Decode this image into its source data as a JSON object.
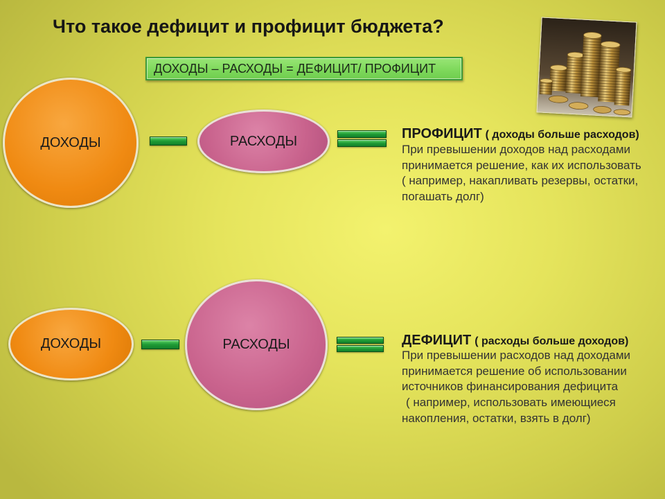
{
  "slide": {
    "title": "Что такое дефицит и профицит бюджета?",
    "formula": "ДОХОДЫ – РАСХОДЫ = ДЕФИЦИТ/ ПРОФИЦИТ"
  },
  "surplus": {
    "income_label": "ДОХОДЫ",
    "expense_label": "РАСХОДЫ",
    "term": "ПРОФИЦИТ",
    "note": "( доходы больше расходов)",
    "lines": [
      "При превышении доходов над расходами",
      "принимается решение, как их использовать",
      "( например, накапливать резервы, остатки,",
      "погашать долг)"
    ]
  },
  "deficit": {
    "income_label": "ДОХОДЫ",
    "expense_label": "РАСХОДЫ",
    "term": "ДЕФИЦИТ",
    "note": "( расходы больше доходов)",
    "lines": [
      "При превышении расходов над доходами",
      "принимается решение об использовании",
      "источников финансирования дефицита",
      "( например, использовать имеющиеся",
      "накопления, остатки, взять в долг)"
    ]
  },
  "icons": {
    "minus": "minus-sign",
    "equals": "equals-sign",
    "photo": "coins-photo"
  },
  "colors": {
    "background": "#e4e35b",
    "income": "#f08a12",
    "expense": "#c9638d",
    "operator": "#1f9c35",
    "formula_box": "#7fd95c"
  }
}
